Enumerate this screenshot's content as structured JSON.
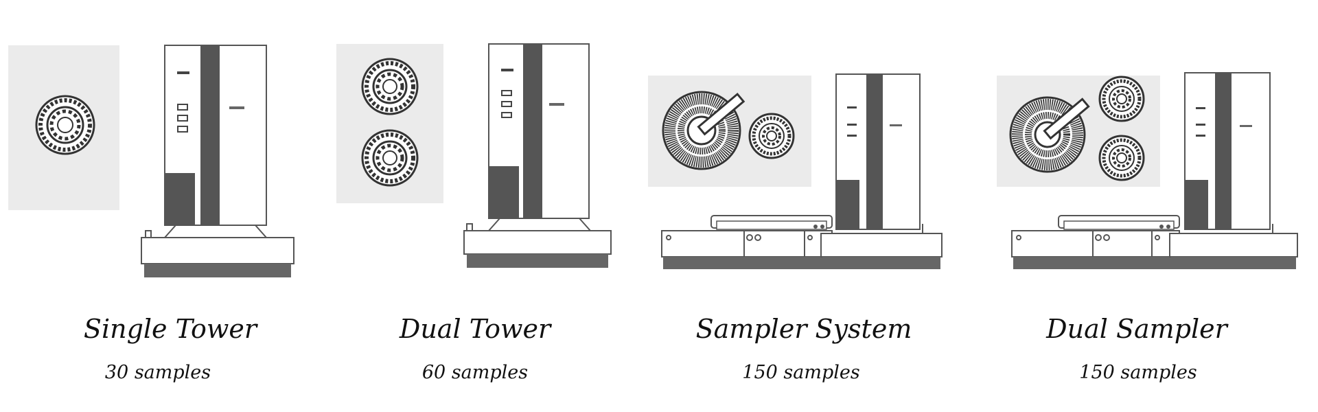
{
  "configurations": [
    {
      "name": "Single Tower",
      "count": "30 samples",
      "trays": "one small carousel"
    },
    {
      "name": "Dual Tower",
      "count": "60 samples",
      "trays": "two small carousels"
    },
    {
      "name": "Sampler System",
      "count": "150 samples",
      "trays": "large radial tray + small carousel"
    },
    {
      "name": "Dual Sampler",
      "count": "150 samples",
      "trays": "large radial tray + two small carousels"
    }
  ],
  "colors": {
    "panel": "#ebebeb",
    "instrument_dark": "#555555",
    "outline": "#555555",
    "text": "#111111"
  },
  "icons": [
    "carousel-icon",
    "radial-tray-icon",
    "autosampler-tower-icon",
    "sampler-base-icon"
  ]
}
